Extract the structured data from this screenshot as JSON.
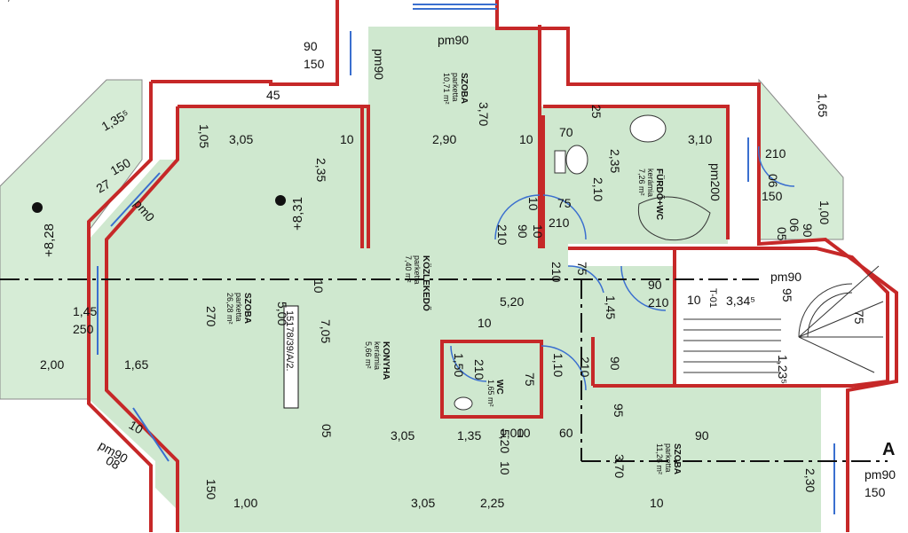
{
  "colors": {
    "floor": "#cfe8cf",
    "terrace": "#d6ecd6",
    "wall": "#c62828",
    "wallFill": "#f3dede",
    "ink": "#111111"
  },
  "plan_id": "15178/39/A/2.",
  "section_marker": "A",
  "rooms": [
    {
      "name": "SZOBA",
      "floor": "parketta",
      "area": "10,71 m²"
    },
    {
      "name": "SZOBA",
      "floor": "parketta",
      "area": "26,28 m²"
    },
    {
      "name": "FÜRDŐ+WC",
      "floor": "kerámia",
      "area": "7,26 m²"
    },
    {
      "name": "KÖZLEKEDŐ",
      "floor": "parketta",
      "area": "7,40 m²"
    },
    {
      "name": "KONYHA",
      "floor": "kerámia",
      "area": "5,66 m²"
    },
    {
      "name": "WC",
      "floor": "",
      "area": "1,65 m²"
    },
    {
      "name": "SZOBA",
      "floor": "parketta",
      "area": "11,26 m²"
    }
  ],
  "stair": {
    "label": "T-01",
    "value": "3,34⁵"
  },
  "levels": [
    "+8,28",
    "+8,31"
  ],
  "dims": [
    "90",
    "150",
    "pm90",
    "pm90",
    "45",
    "1,05",
    "3,05",
    "10",
    "2,90",
    "10",
    "3,70",
    "25",
    "70",
    "3,10",
    "1,65",
    "1,35⁵",
    "150",
    "27",
    "pm0",
    "2,35",
    "10",
    "2,35",
    "2,10",
    "75",
    "210",
    "210",
    "90",
    "10",
    "pm200",
    "210",
    "06",
    "150",
    "1,00",
    "05",
    "06",
    "90",
    "75",
    "210",
    "pm90",
    "95",
    "10",
    "5,20",
    "1,45",
    "90",
    "210",
    "10",
    "1,45",
    "250",
    "270",
    "5,00",
    "7,05",
    "10",
    "1,50",
    "210",
    "75",
    "1,10",
    "210",
    "90",
    "75",
    "2,00",
    "1,65",
    "1,23⁵",
    "95",
    "10",
    "pm90",
    "08",
    "05",
    "3,05",
    "1,35",
    "1,00",
    "10",
    "60",
    "90",
    "3,70",
    "2,30",
    "pm90",
    "150",
    "150",
    "1,00",
    "3,05",
    "2,25",
    "10",
    "5,20",
    "10",
    "1,00"
  ]
}
